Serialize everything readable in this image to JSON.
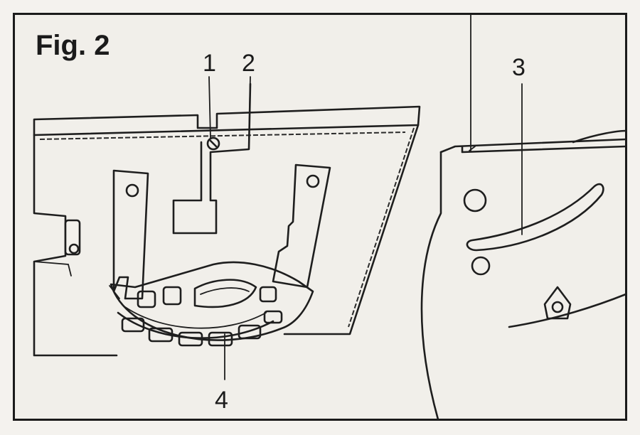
{
  "figure": {
    "title": "Fig. 2",
    "callouts": [
      "1",
      "2",
      "3",
      "4"
    ]
  },
  "colors": {
    "ink": "#1e1e1e",
    "paper": "#f1efea"
  }
}
